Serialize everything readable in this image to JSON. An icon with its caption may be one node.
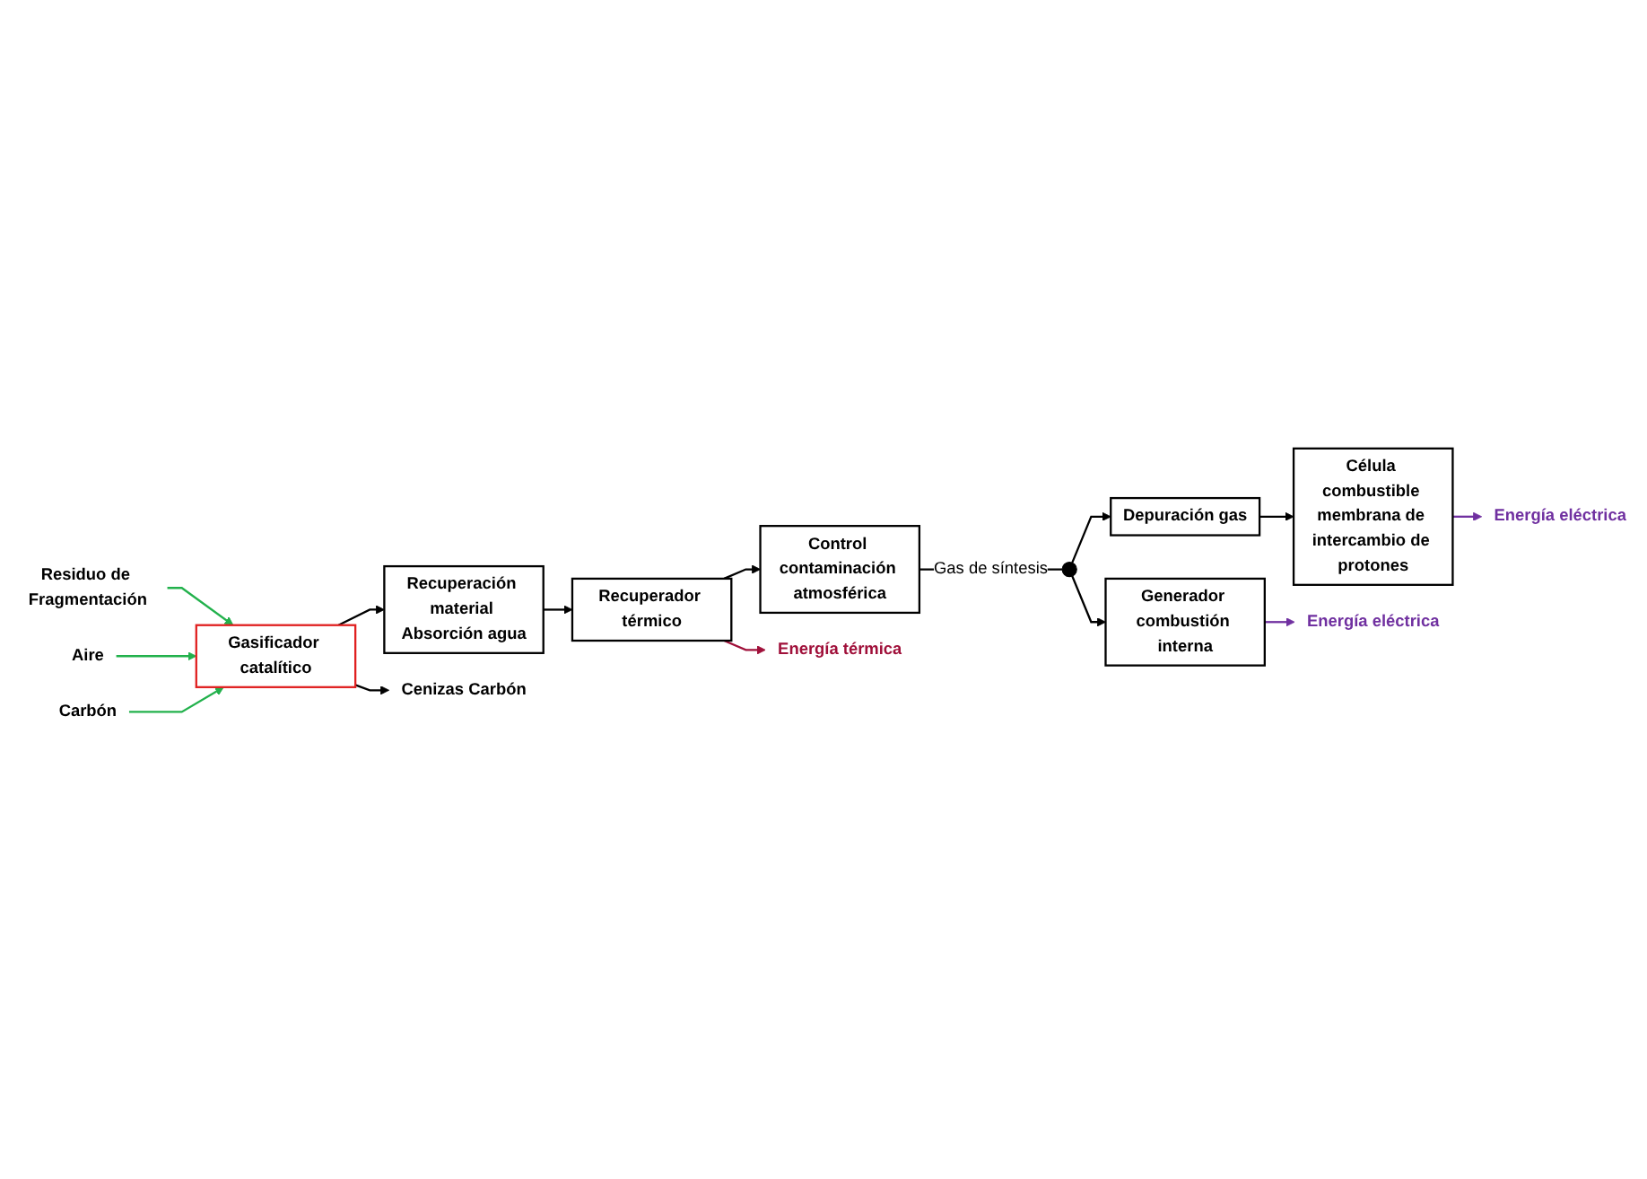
{
  "diagram": {
    "nodes": [
      {
        "text": [
          "Energía eléctrica"
        ]
      },
      {
        "text": [
          "Célula combustible membrana de intercambio de protones"
        ]
      },
      {
        "text": [
          "Depuración gas"
        ]
      },
      {
        "text": [
          "Energía eléctrica"
        ]
      },
      {
        "text": [
          "Generador combustión interna"
        ]
      },
      {
        "text": [],
        "shape": "circle"
      },
      {
        "text": [
          "Control contaminación atmosférica"
        ]
      },
      {
        "text": [
          "Residuo de Fragmentación"
        ]
      },
      {
        "text": [
          "Aire"
        ]
      },
      {
        "text": [
          "Carbón"
        ]
      },
      {
        "text": [
          "Gasificador catalítico"
        ]
      },
      {
        "text": [
          "Recuperación material Absorción agua"
        ]
      },
      {
        "text": [
          "Recuperador térmico"
        ]
      },
      {
        "text": [
          "Cenizas Carbón"
        ]
      },
      {
        "text": [
          "Energía térmica"
        ]
      }
    ],
    "edges": [
      {
        "from": 2,
        "to": 1,
        "arrow": "to"
      },
      {
        "from": 1,
        "to": 0,
        "arrow": "to",
        "color": "#7030a0"
      },
      {
        "from": 4,
        "to": 3,
        "arrow": "to",
        "color": "#7030a0"
      },
      {
        "from": 6,
        "to": 5,
        "arrow": "none",
        "label": "Gas de síntesis"
      },
      {
        "from": 5,
        "to": 4,
        "arrow": "to"
      },
      {
        "from": 5,
        "to": 2,
        "arrow": "to"
      },
      {
        "from": 7,
        "to": 10,
        "arrow": "to",
        "color": "#22b14c"
      },
      {
        "from": 8,
        "to": 10,
        "arrow": "to",
        "color": "#22b14c"
      },
      {
        "from": 9,
        "to": 10,
        "arrow": "to",
        "color": "#22b14c"
      },
      {
        "from": 10,
        "to": 13,
        "arrow": "to"
      },
      {
        "from": 10,
        "to": 11,
        "arrow": "to"
      },
      {
        "from": 11,
        "to": 12,
        "arrow": "to"
      },
      {
        "from": 12,
        "to": 6,
        "arrow": "to"
      },
      {
        "from": 12,
        "to": 14,
        "arrow": "to",
        "color": "#a0103a"
      }
    ]
  }
}
